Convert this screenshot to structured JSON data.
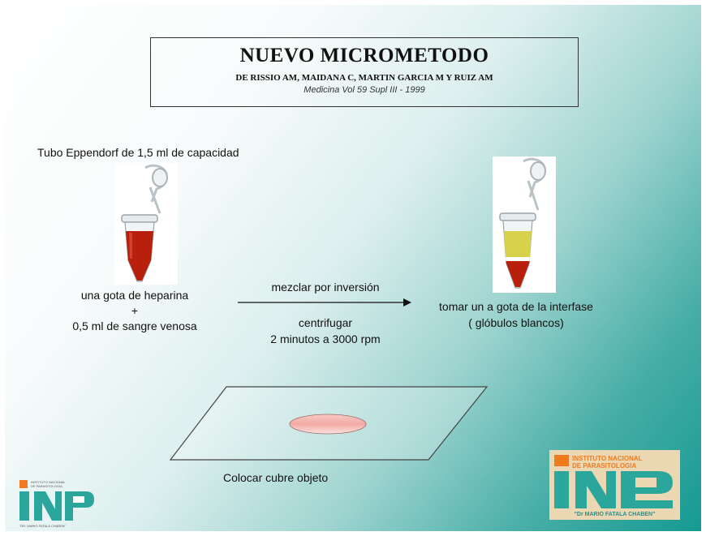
{
  "title": {
    "main": "NUEVO MICROMETODO",
    "authors": "DE RISSIO AM, MAIDANA C, MARTIN GARCIA M Y RUIZ AM",
    "citation": "Medicina Vol 59 Supl III - 1999"
  },
  "left": {
    "tube_caption": "Tubo Eppendorf de 1,5 ml de capacidad",
    "line1": "una gota de heparina",
    "plus": "+",
    "line2": "0,5 ml de sangre venosa"
  },
  "arrow": {
    "above": "mezclar por inversión",
    "below1": "centrifugar",
    "below2": "2  minutos  a 3000 rpm"
  },
  "right": {
    "line1": "tomar un a gota de la interfase",
    "line2": "( glóbulos blancos)"
  },
  "slide_caption": "Colocar cubre objeto",
  "logo_right": {
    "line1": "INSTITUTO NACIONAL",
    "line2": "DE PARASITOLOGIA",
    "bottom": "\"Dr MARIO FATALA CHABEN\""
  },
  "logo_left": {
    "line1": "INSTITUTO NACIONAL",
    "line2": "DE PARASITOLOGIA",
    "bottom": "\"DR. MARIO FATALA CHABEN\""
  },
  "colors": {
    "blood": "#b8200c",
    "plasma": "#d8d24a",
    "logo_orange": "#f07a1e",
    "logo_teal": "#2aa69c",
    "ellipse": "#f3a9a4"
  }
}
